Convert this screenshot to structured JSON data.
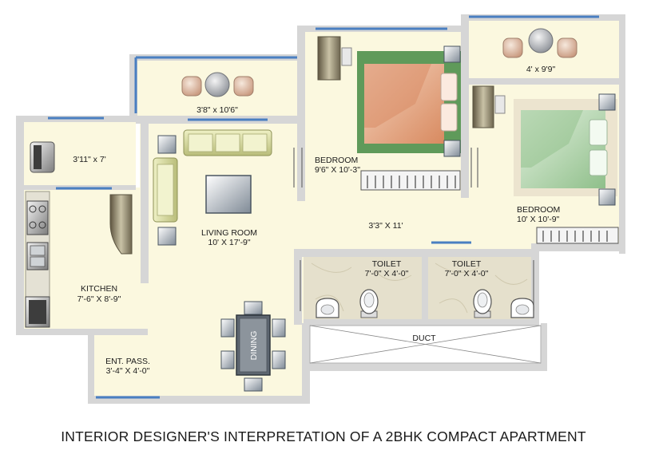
{
  "rooms": {
    "balcony_1": {
      "dims": "3'8\" x 10'6\""
    },
    "balcony_2": {
      "dims": "4' x 9'9\""
    },
    "utility": {
      "dims": "3'11\" x 7'"
    },
    "living": {
      "name": "LIVING ROOM",
      "dims": "10' X 17'-9\""
    },
    "bedroom_1": {
      "name": "BEDROOM",
      "dims": "9'6\" X 10'-3\""
    },
    "bedroom_2": {
      "name": "BEDROOM",
      "dims": "10' X 10'-9\""
    },
    "passage": {
      "dims": "3'3\" X 11'"
    },
    "toilet_1": {
      "name": "TOILET",
      "dims": "7'-0\" X 4'-0\""
    },
    "toilet_2": {
      "name": "TOILET",
      "dims": "7'-0\" X 4'-0\""
    },
    "kitchen": {
      "name": "KITCHEN",
      "dims": "7'-6\" X 8'-9\""
    },
    "dining": {
      "name": "DINING"
    },
    "duct": {
      "name": "DUCT"
    },
    "entrance": {
      "name": "ENT. PASS.",
      "dims": "3'-4\" X 4'-0\""
    }
  },
  "caption": "INTERIOR DESIGNER'S INTERPRETATION OF A 2BHK COMPACT APARTMENT",
  "colors": {
    "floor": "#fbf8df",
    "wall": "#d6d6d6",
    "window": "#4a7fc1",
    "bed_green_frame": "#5f9a5a",
    "bed_peach": "#e7a882",
    "bed_mint": "#a9cfa6",
    "toilet_tile": "#e5e0cc"
  }
}
